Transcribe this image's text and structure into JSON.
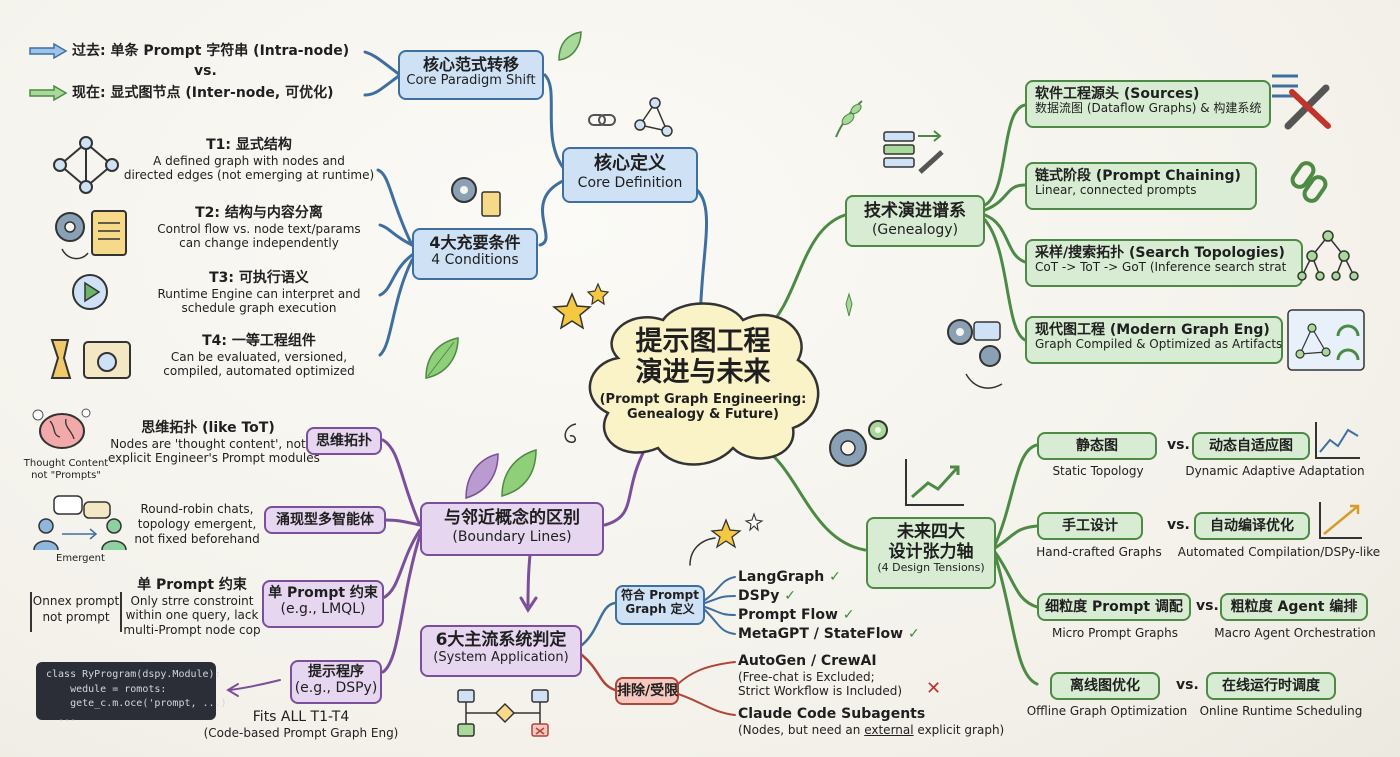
{
  "center": {
    "title_line1": "提示图工程",
    "title_line2": "演进与未来",
    "subtitle_line1": "(Prompt Graph Engineering:",
    "subtitle_line2": "Genealogy & Future)"
  },
  "core_def": {
    "label_cn": "核心定义",
    "label_en": "Core Definition",
    "paradigm": {
      "label_cn": "核心范式转移",
      "label_en": "Core Paradigm Shift",
      "past": "过去: 单条 Prompt 字符串 (Intra-node)",
      "vs": "vs.",
      "now": "现在: 显式图节点 (Inter-node, 可优化)"
    },
    "conditions": {
      "label_cn": "4大充要条件",
      "label_en": "4 Conditions",
      "items": [
        {
          "title": "T1: 显式结构",
          "desc1": "A defined graph with nodes and",
          "desc2": "directed edges (not emerging at runtime)"
        },
        {
          "title": "T2: 结构与内容分离",
          "desc1": "Control flow vs. node text/params",
          "desc2": "can change independently"
        },
        {
          "title": "T3: 可执行语义",
          "desc1": "Runtime Engine can interpret and",
          "desc2": "schedule graph execution"
        },
        {
          "title": "T4: 一等工程组件",
          "desc1": "Can be evaluated, versioned,",
          "desc2": "compiled, automated optimized"
        }
      ]
    }
  },
  "genealogy": {
    "label_cn": "技术演进谱系",
    "label_en": "(Genealogy)",
    "items": [
      {
        "title": "软件工程源头 (Sources)",
        "desc": "数据流图 (Dataflow Graphs) & 构建系统"
      },
      {
        "title": "链式阶段 (Prompt Chaining)",
        "desc": "Linear, connected prompts"
      },
      {
        "title": "采样/搜索拓扑 (Search Topologies)",
        "desc": "CoT -> ToT -> GoT (Inference search strat"
      },
      {
        "title": "现代图工程 (Modern Graph Eng)",
        "desc": "Graph Compiled & Optimized as Artifacts"
      }
    ]
  },
  "boundary": {
    "label_cn": "与邻近概念的区别",
    "label_en": "(Boundary Lines)",
    "thought": {
      "label": "思维拓扑",
      "title": "思维拓扑 (like ToT)",
      "desc1": "Nodes are 'thought content', not",
      "desc2": "explicit Engineer's Prompt modules",
      "icon_caption1": "Thought Content",
      "icon_caption2": "not \"Prompts\""
    },
    "emergent": {
      "label": "涌现型多智能体",
      "desc1": "Round-robin chats,",
      "desc2": "topology emergent,",
      "desc3": "not fixed beforehand",
      "icon_caption": "Emergent"
    },
    "single": {
      "label1": "单 Prompt 约束",
      "label2": "(e.g., LMQL)",
      "title": "单 Prompt 约束",
      "desc1": "Only strre constroint",
      "desc2": "within one query, lack",
      "desc3": "multi-Prompt node cop",
      "bracket1": "Onnex prompt",
      "bracket2": "not prompt"
    },
    "program": {
      "label1": "提示程序",
      "label2": "(e.g., DSPy)",
      "fits1": "Fits ALL T1-T4",
      "fits2": "(Code-based Prompt Graph Eng)",
      "code": [
        "class RyProgram(dspy.Module):",
        "    wedule = romots:",
        "    gete_c.m.oce('prompt, ...)",
        "  ..."
      ]
    }
  },
  "systems": {
    "label_cn": "6大主流系统判定",
    "label_en": "(System Application)",
    "conform": {
      "label1": "符合 Prompt",
      "label2": "Graph 定义",
      "items": [
        "LangGraph",
        "DSPy",
        "Prompt Flow",
        "MetaGPT / StateFlow"
      ],
      "check": "✓"
    },
    "exclude": {
      "label": "排除/受限",
      "autogen": "AutoGen / CrewAI",
      "autogen_d1": "(Free-chat is Excluded;",
      "autogen_d2": "Strict Workflow is Included)",
      "cross": "✕",
      "claude": "Claude Code Subagents",
      "claude_d_pre": "(Nodes, but need an ",
      "claude_d_u": "external",
      "claude_d_post": " explicit graph)"
    }
  },
  "tensions": {
    "label1": "未来四大",
    "label2": "设计张力轴",
    "label3": "(4 Design Tensions)",
    "vs": "vs.",
    "pairs": [
      {
        "left": "静态图",
        "left_en": "Static Topology",
        "right": "动态自适应图",
        "right_en": "Dynamic Adaptive Adaptation"
      },
      {
        "left": "手工设计",
        "left_en": "Hand-crafted Graphs",
        "right": "自动编译优化",
        "right_en": "Automated Compilation/DSPy-like"
      },
      {
        "left": "细粒度 Prompt 调配",
        "left_en": "Micro Prompt Graphs",
        "right": "粗粒度 Agent 编排",
        "right_en": "Macro Agent Orchestration"
      },
      {
        "left": "离线图优化",
        "left_en": "Offline Graph Optimization",
        "right": "在线运行时调度",
        "right_en": "Online Runtime Scheduling"
      }
    ]
  },
  "colors": {
    "blue": "#3f6f9f",
    "green": "#4c8a45",
    "purple": "#7b4f9b",
    "red": "#b0463a"
  }
}
